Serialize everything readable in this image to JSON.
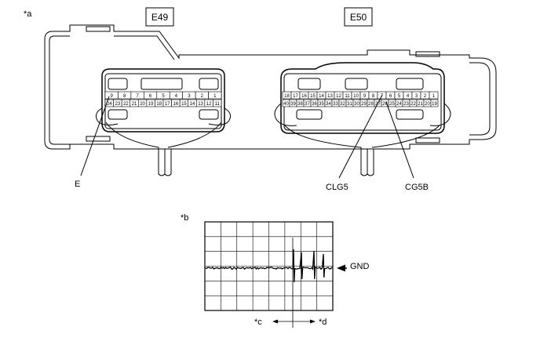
{
  "labels": {
    "figure_a": "*a",
    "figure_b": "*b",
    "connector_left": "E49",
    "connector_right": "E50",
    "terminal_e": "E",
    "terminal_clg5": "CLG5",
    "terminal_cg5b": "CG5B",
    "gnd": "GND",
    "marker_c": "*c",
    "marker_d": "*d"
  },
  "e49_pins": {
    "top": [
      "9",
      "8",
      "7",
      "6",
      "5",
      "4",
      "3",
      "2",
      "1"
    ],
    "bottom": [
      "24",
      "23",
      "22",
      "21",
      "20",
      "19",
      "18",
      "17",
      "16",
      "15",
      "14",
      "13",
      "12",
      "11"
    ]
  },
  "e50_pins": {
    "top": [
      "18",
      "17",
      "16",
      "15",
      "14",
      "13",
      "12",
      "11",
      "10",
      "9",
      "8",
      "7",
      "6",
      "5",
      "4",
      "3",
      "2",
      "1"
    ],
    "bottom": [
      "40",
      "39",
      "38",
      "37",
      "36",
      "35",
      "34",
      "33",
      "32",
      "31",
      "30",
      "29",
      "28",
      "27",
      "26",
      "25",
      "24",
      "23",
      "22",
      "21",
      "20",
      "19"
    ]
  },
  "colors": {
    "line": "#000000",
    "background": "#ffffff",
    "grid": "#000000"
  }
}
